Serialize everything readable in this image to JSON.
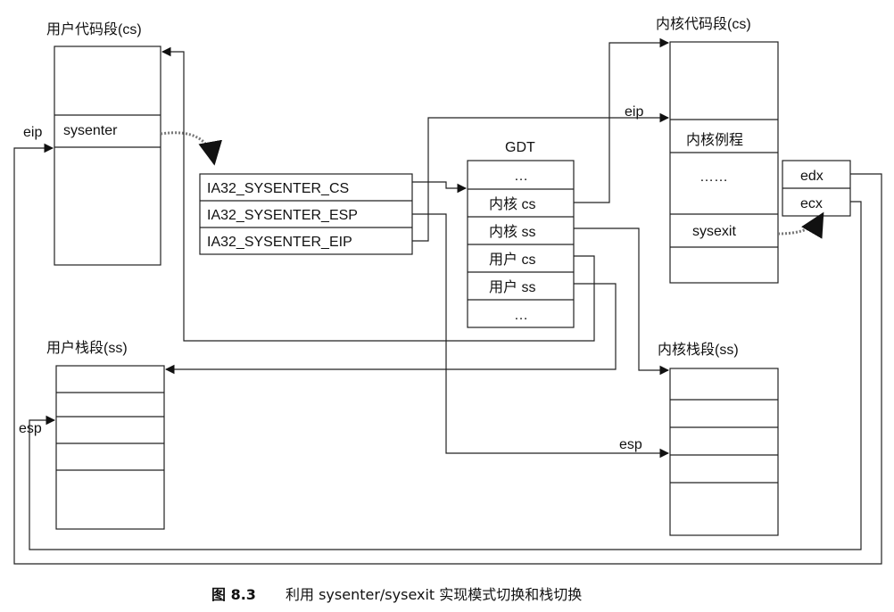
{
  "user_code": {
    "title": "用户代码段(cs)",
    "reg": "eip",
    "cell": "sysenter"
  },
  "msr": {
    "cs": "IA32_SYSENTER_CS",
    "esp": "IA32_SYSENTER_ESP",
    "eip": "IA32_SYSENTER_EIP"
  },
  "gdt": {
    "title": "GDT",
    "rows": [
      "…",
      "内核 cs",
      "内核 ss",
      "用户 cs",
      "用户 ss",
      "…"
    ]
  },
  "kernel_code": {
    "title": "内核代码段(cs)",
    "reg": "eip",
    "rows": [
      "内核例程",
      "……",
      "sysexit"
    ]
  },
  "regs": {
    "edx": "edx",
    "ecx": "ecx"
  },
  "user_stack": {
    "title": "用户栈段(ss)",
    "reg": "esp"
  },
  "kernel_stack": {
    "title": "内核栈段(ss)",
    "reg": "esp"
  },
  "caption": {
    "fig": "图 8.3",
    "text": "利用 sysenter/sysexit 实现模式切换和栈切换"
  }
}
